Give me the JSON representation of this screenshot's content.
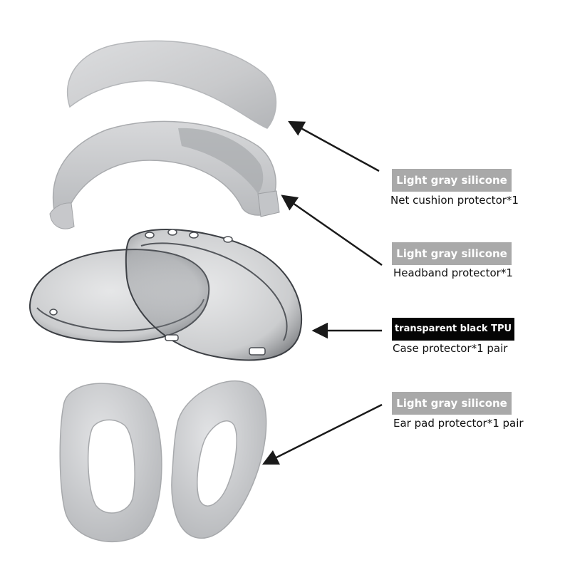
{
  "colors": {
    "silicone": "#c8c9cb",
    "silicone_dark": "#9fa1a4",
    "tpu": "#4a4d52",
    "badge_gray": "#a9a9a9",
    "badge_dark": "#050505",
    "arrow": "#1a1a1a"
  },
  "callouts": [
    {
      "badge": "Light gray silicone",
      "label": "Net cushion protector*1",
      "badge_style": "gray"
    },
    {
      "badge": "Light gray silicone",
      "label": "Headband protector*1",
      "badge_style": "gray"
    },
    {
      "badge": "transparent black TPU",
      "label": "Case protector*1 pair",
      "badge_style": "dark"
    },
    {
      "badge": "Light gray silicone",
      "label": "Ear pad protector*1 pair",
      "badge_style": "gray"
    }
  ]
}
